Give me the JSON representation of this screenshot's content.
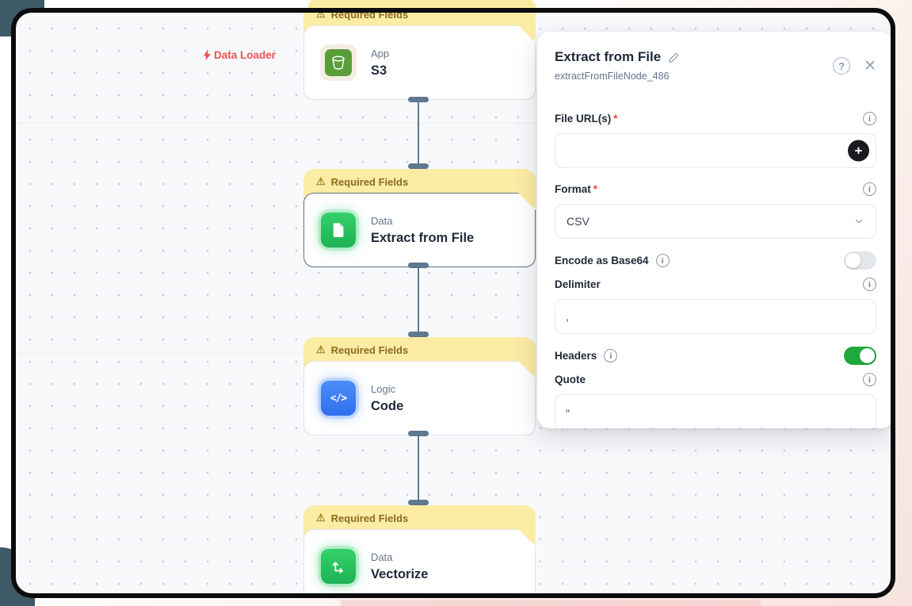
{
  "canvas": {
    "data_loader": {
      "label": "Data Loader"
    },
    "nodes": [
      {
        "banner": "Required Fields",
        "warning_icon": "⚠",
        "category": "App",
        "title": "S3"
      },
      {
        "banner": "Required Fields",
        "warning_icon": "⚠",
        "category": "Data",
        "title": "Extract from File",
        "selected": true
      },
      {
        "banner": "Required Fields",
        "warning_icon": "⚠",
        "category": "Logic",
        "title": "Code",
        "code_glyph": "</>"
      },
      {
        "banner": "Required Fields",
        "warning_icon": "⚠",
        "category": "Data",
        "title": "Vectorize"
      }
    ]
  },
  "panel": {
    "title": "Extract from File",
    "node_id": "extractFromFileNode_486",
    "help_icon": "?",
    "close_icon": "✕",
    "info_icon": "i",
    "fields": {
      "file_urls": {
        "label": "File URL(s)",
        "required_mark": "*",
        "value": "",
        "add_button": "+"
      },
      "format": {
        "label": "Format",
        "required_mark": "*",
        "value": "CSV"
      },
      "encode_base64": {
        "label": "Encode as Base64",
        "state": "off"
      },
      "delimiter": {
        "label": "Delimiter",
        "value": ","
      },
      "headers": {
        "label": "Headers",
        "state": "on"
      },
      "quote": {
        "label": "Quote",
        "value": "\""
      }
    }
  },
  "colors": {
    "frame": "#0c0c0e",
    "teal_accent": "#3e5a66",
    "banner_bg": "#fceca4",
    "banner_text": "#8a6d1e",
    "connector": "#5e7890",
    "s3_green": "#5a9e3a",
    "accent_green": "#22c55e",
    "accent_blue": "#3b82f6",
    "toggle_on": "#1fa83c",
    "required_red": "#ef4444",
    "data_loader_red": "#f05252"
  }
}
